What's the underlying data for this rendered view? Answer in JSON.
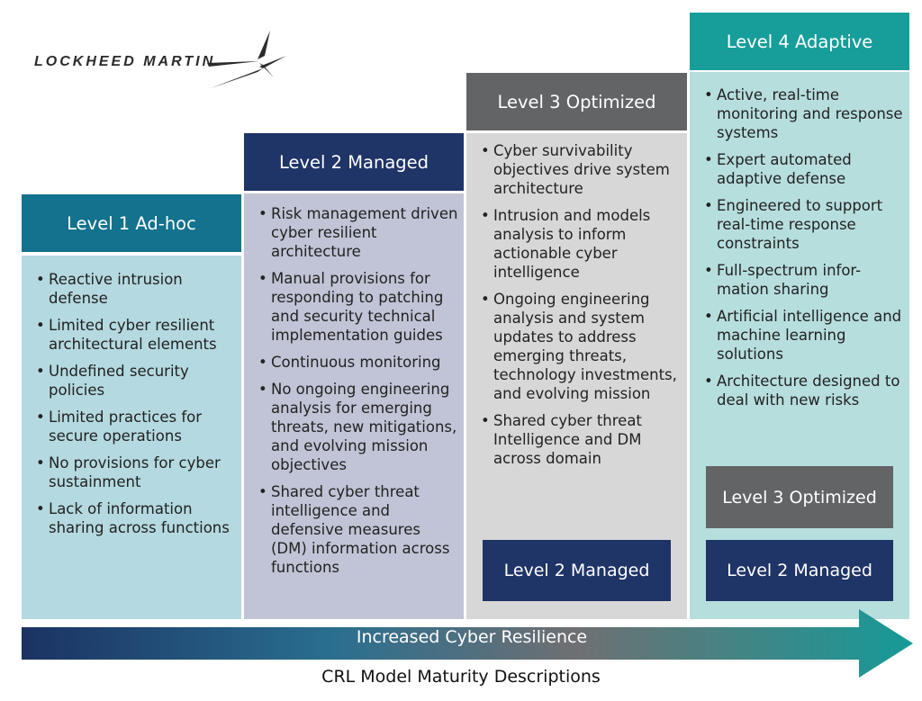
{
  "logo": {
    "text": "LOCKHEED MARTIN"
  },
  "columns": [
    {
      "title": "Level 1 Ad-hoc",
      "items": [
        "Reactive intrusion defense",
        "Limited cyber resilient architectural elements",
        "Undefined security policies",
        "Limited practices for secure operations",
        "No provisions for cyber sustainment",
        "Lack of information sharing across functions"
      ]
    },
    {
      "title": "Level 2 Managed",
      "items": [
        "Risk management driven cyber resilient architecture",
        "Manual provisions for responding to patching and security technical implementation guides",
        "Continuous monitoring",
        "No ongoing engineering analysis for emerging threats, new mitigations, and evolving mission objectives",
        "Shared cyber threat intelligence and defensive measures (DM) information across functions"
      ]
    },
    {
      "title": "Level 3 Optimized",
      "items": [
        "Cyber survivability objectives drive system architecture",
        "Intrusion and models analysis to inform actionable cyber intelligence",
        "Ongoing engineering analysis and system updates to address emerging threats, technology investments, and evolving mission",
        "Shared cyber threat Intelligence and DM across domain"
      ],
      "boxes": [
        "Level 2 Managed"
      ]
    },
    {
      "title": "Level 4 Adaptive",
      "items": [
        "Active, real-time monitoring and response systems",
        "Expert automated adaptive defense",
        "Engineered to support real-time response constraints",
        "Full-spectrum infor-mation sharing",
        "Artificial intelligence and machine learning solutions",
        "Architecture designed to deal with new risks"
      ],
      "boxes": [
        "Level 3 Optimized",
        "Level 2 Managed"
      ]
    }
  ],
  "arrow_label": "Increased Cyber Resilience",
  "caption": "CRL Model Maturity Descriptions",
  "colors": {
    "level1": "#13728d",
    "level2": "#1f3467",
    "level3": "#636466",
    "level4": "#179e9a"
  }
}
